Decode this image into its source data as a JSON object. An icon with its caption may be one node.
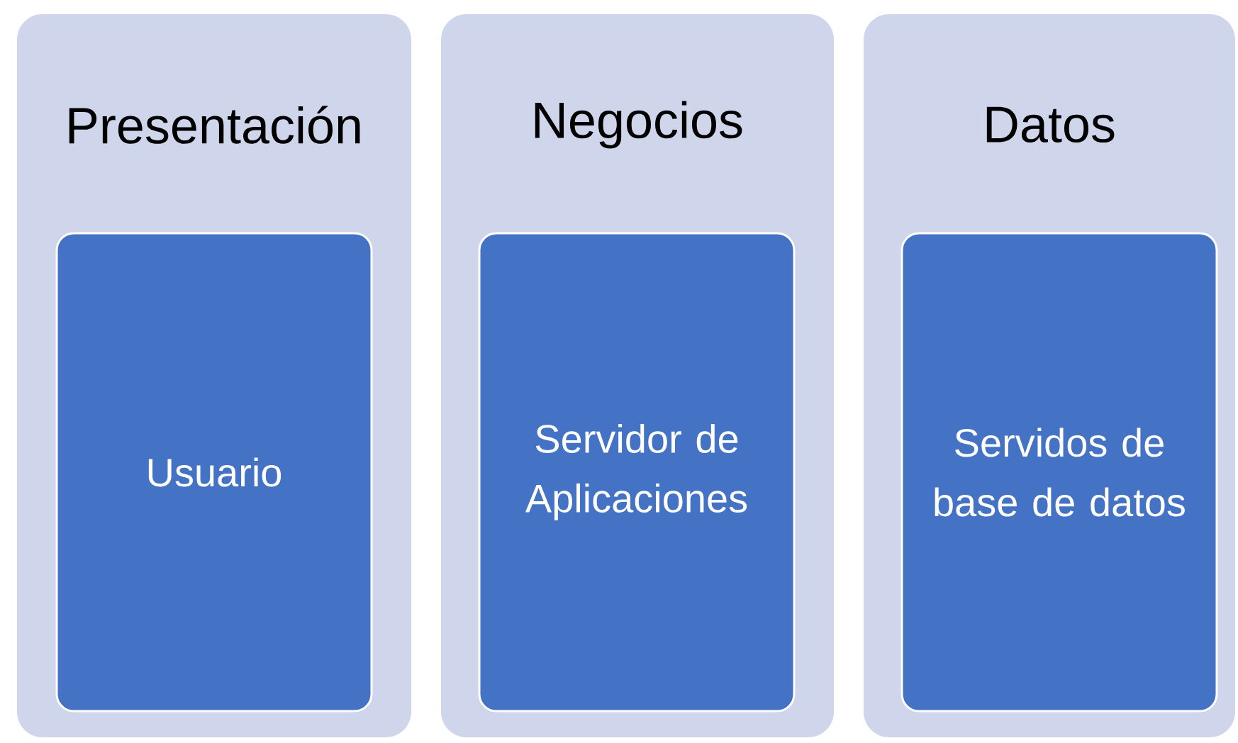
{
  "diagram": {
    "nodes": [
      {
        "text": [
          "Presentación"
        ]
      },
      {
        "text": [
          "Usuario"
        ],
        "in": 0
      },
      {
        "text": [
          "Negocios"
        ]
      },
      {
        "text": [
          "Servidor de Aplicaciones"
        ],
        "in": 2
      },
      {
        "text": [
          "Datos"
        ]
      },
      {
        "text": [
          "Servidos de base de datos"
        ],
        "in": 4
      }
    ]
  }
}
